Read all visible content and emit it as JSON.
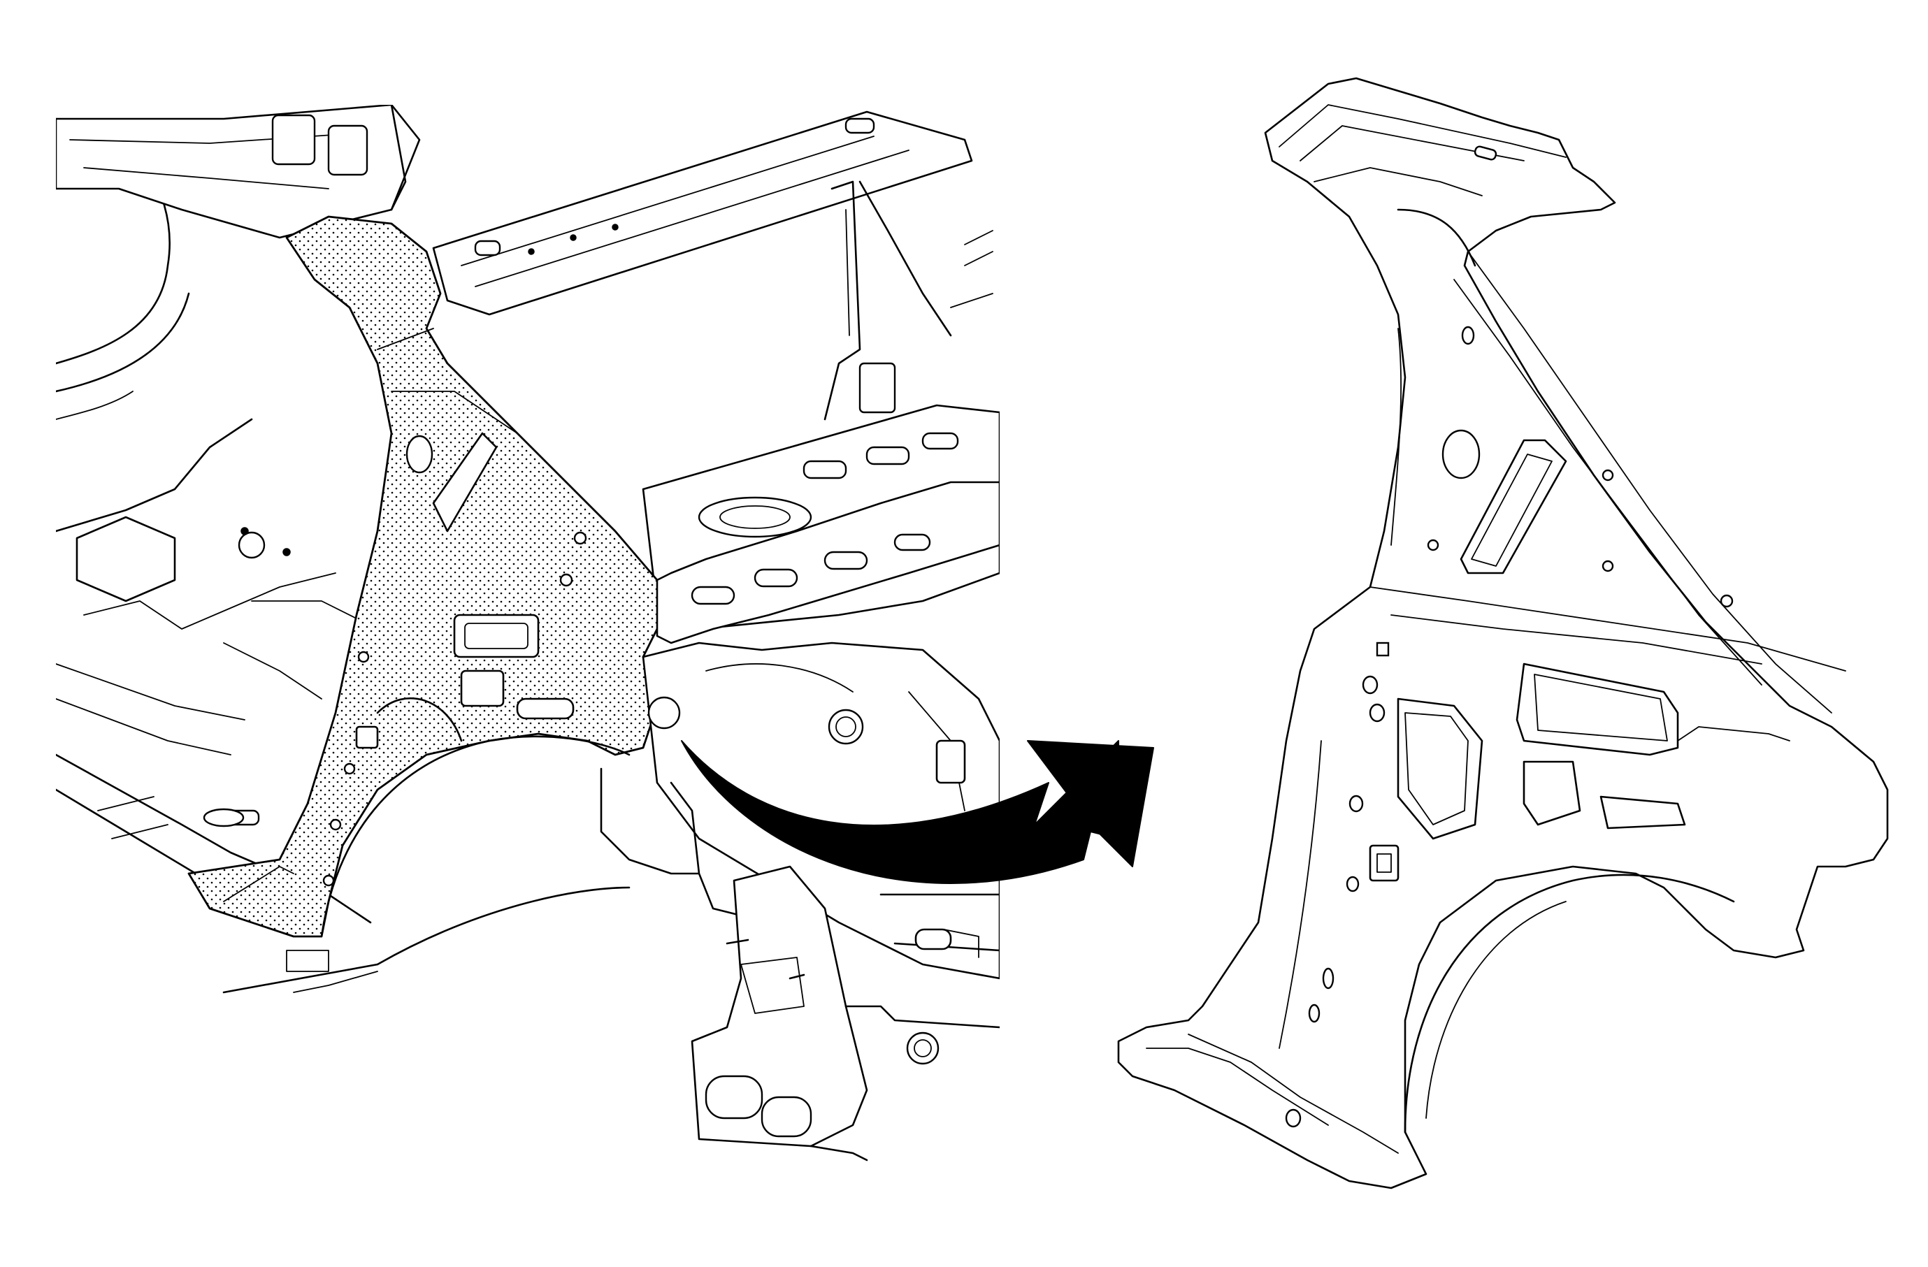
{
  "diagram": {
    "panels": [
      {
        "id": "body-assembly",
        "highlight": "stippled-panel"
      },
      {
        "id": "removed-part",
        "depiction": "line-art"
      }
    ],
    "arrow": {
      "from": "body-assembly",
      "to": "removed-part",
      "style": "curved-solid"
    },
    "colors": {
      "line": "#000000",
      "background": "#ffffff",
      "stipple": "#000000"
    }
  }
}
